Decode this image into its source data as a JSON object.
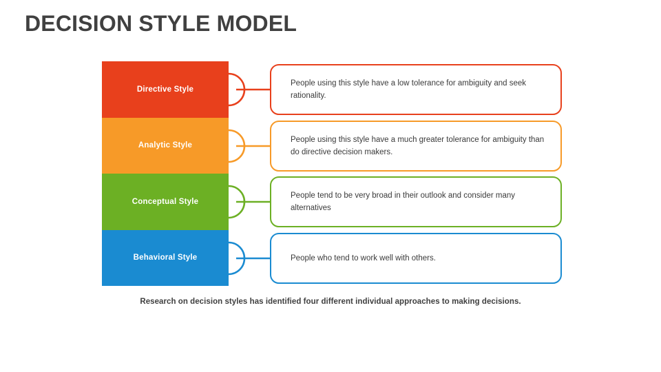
{
  "slide": {
    "title": "DECISION STYLE MODEL",
    "background_color": "#FFFFFF",
    "title_color": "#404040",
    "caption": "Research on decision styles has identified four different individual approaches to making decisions."
  },
  "model": {
    "rows": [
      {
        "label": "Directive Style",
        "color": "#E8401C",
        "description": "People using this style have a low tolerance for ambiguity and seek rationality."
      },
      {
        "label": "Analytic Style",
        "color": "#F79A28",
        "description": "People using this style have a much greater tolerance for ambiguity than do directive decision makers."
      },
      {
        "label": "Conceptual Style",
        "color": "#6CB024",
        "description": "People tend to be very broad in their outlook and consider many alternatives"
      },
      {
        "label": "Behavioral Style",
        "color": "#1A8BD1",
        "description": "People who tend to work well with others."
      }
    ]
  }
}
